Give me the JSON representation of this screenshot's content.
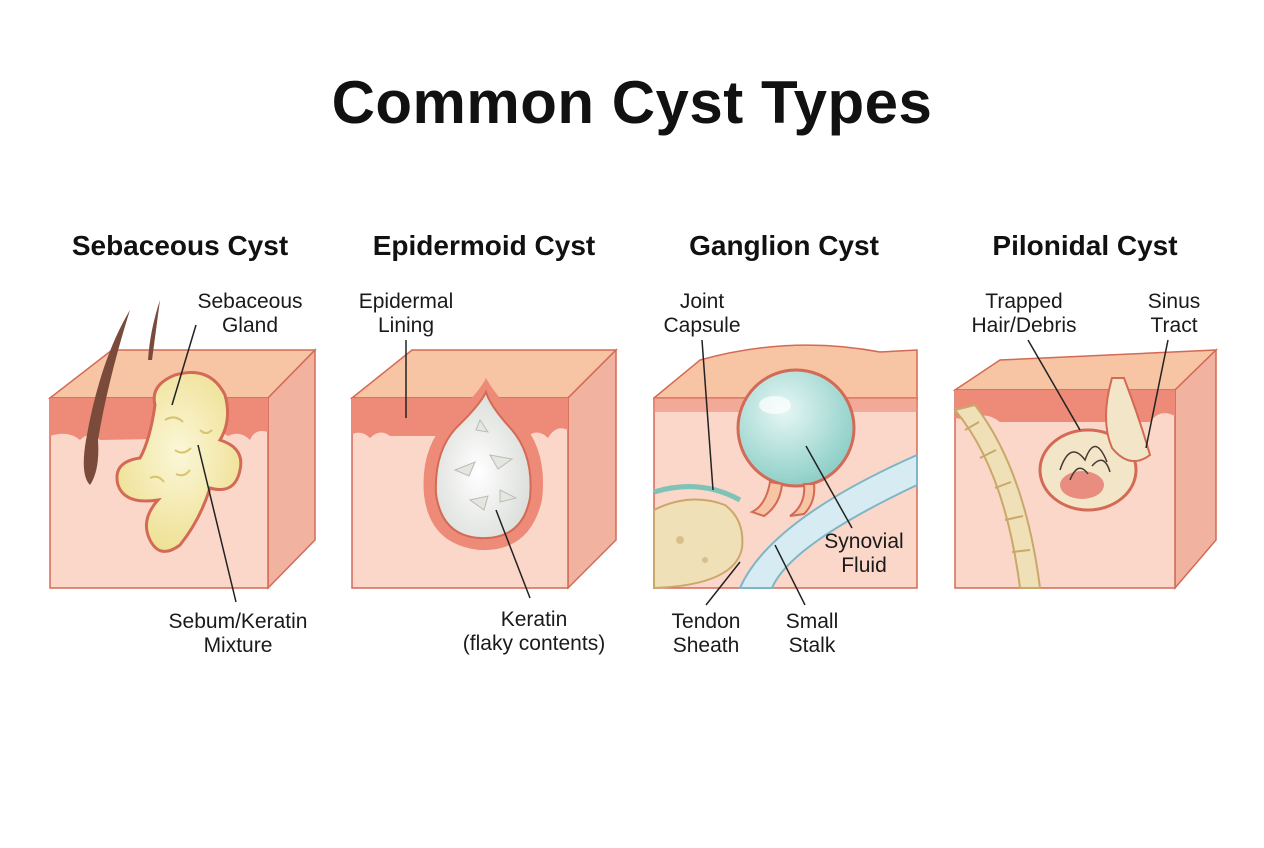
{
  "title": "Common Cyst Types",
  "panels": [
    {
      "name": "Sebaceous Cyst",
      "labels": {
        "a1": "Sebaceous",
        "a2": "Gland",
        "b1": "Sebum/Keratin",
        "b2": "Mixture"
      }
    },
    {
      "name": "Epidermoid Cyst",
      "labels": {
        "a1": "Epidermal",
        "a2": "Lining",
        "b1": "Keratin",
        "b2": "(flaky contents)"
      }
    },
    {
      "name": "Ganglion Cyst",
      "labels": {
        "a1": "Joint",
        "a2": "Capsule",
        "b1": "Synovial",
        "b2": "Fluid",
        "c1": "Tendon",
        "c2": "Sheath",
        "d1": "Small",
        "d2": "Stalk"
      }
    },
    {
      "name": "Pilonidal Cyst",
      "labels": {
        "a1": "Trapped",
        "a2": "Hair/Debris",
        "b1": "Sinus",
        "b2": "Tract"
      }
    }
  ],
  "colors": {
    "skin_top": "#f6c6a8",
    "dermis": "#f9d3c3",
    "epidermis": "#ee8a78",
    "side": "#f1b7a5",
    "sebum": "#f6f0c0",
    "synovial": "#bfe4e0",
    "keratin": "#f2f2ee",
    "bone": "#efe0b8"
  }
}
